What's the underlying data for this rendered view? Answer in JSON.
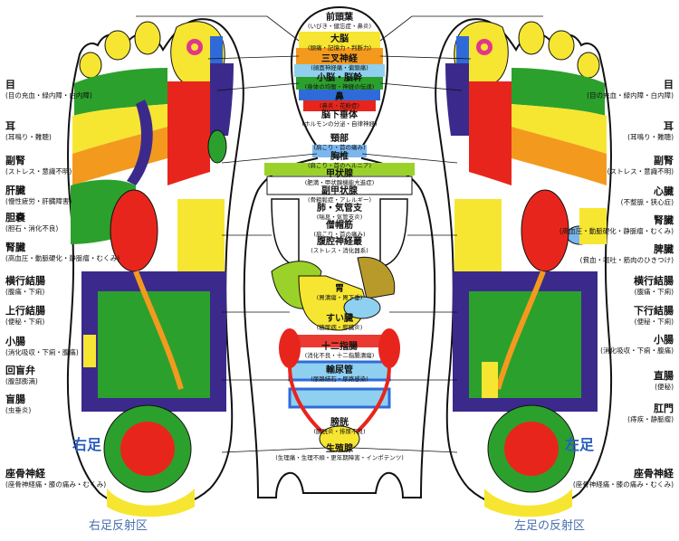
{
  "colors": {
    "yellow": "#f7e631",
    "orange": "#f39a1e",
    "red": "#e8251c",
    "green": "#2ca02c",
    "lightgreen": "#9bd22a",
    "navy": "#3b2a8c",
    "blue": "#2f6bd8",
    "lightblue": "#7bb7ee",
    "skyblue": "#8fd0f0",
    "pink": "#f39ac4",
    "magenta": "#e0368b",
    "olive": "#b89a2a"
  },
  "left_labels": [
    {
      "name": "目",
      "desc": "(目の充血・緑内障・白内障)"
    },
    {
      "name": "耳",
      "desc": "(耳鳴り・難聴)"
    },
    {
      "name": "副腎",
      "desc": "(ストレス・意識不明)"
    },
    {
      "name": "肝臓",
      "desc": "(慢性疲労・肝臓障害)"
    },
    {
      "name": "胆嚢",
      "desc": "(胆石・消化不良)"
    },
    {
      "name": "腎臓",
      "desc": "(高血圧・動脈硬化・静脈瘤・むくみ)"
    },
    {
      "name": "横行結腸",
      "desc": "(腹痛・下痢)"
    },
    {
      "name": "上行結腸",
      "desc": "(便秘・下痢)"
    },
    {
      "name": "小腸",
      "desc": "(消化吸収・下痢・腹痛)"
    },
    {
      "name": "回盲弁",
      "desc": "(腹部膨満)"
    },
    {
      "name": "盲腸",
      "desc": "(虫垂炎)"
    },
    {
      "name": "座骨神経",
      "desc": "(座骨神経痛・膝の痛み・むくみ)"
    }
  ],
  "right_labels": [
    {
      "name": "目",
      "desc": "(目の充血・緑内障・白内障)"
    },
    {
      "name": "耳",
      "desc": "(耳鳴り・難聴)"
    },
    {
      "name": "副腎",
      "desc": "(ストレス・意識不明)"
    },
    {
      "name": "心臓",
      "desc": "(不整脈・狭心症)"
    },
    {
      "name": "腎臓",
      "desc": "(高血圧・動脈硬化・静脈瘤・むくみ)"
    },
    {
      "name": "脾臓",
      "desc": "(貧血・嘔吐・筋肉のひきつけ)"
    },
    {
      "name": "横行結腸",
      "desc": "(腹痛・下痢)"
    },
    {
      "name": "下行結腸",
      "desc": "(便秘・下痢)"
    },
    {
      "name": "小腸",
      "desc": "(消化吸収・下痢・腹痛)"
    },
    {
      "name": "直腸",
      "desc": "(便秘)"
    },
    {
      "name": "肛門",
      "desc": "(痔疾・静脈瘤)"
    },
    {
      "name": "座骨神経",
      "desc": "(座骨神経痛・膝の痛み・むくみ)"
    }
  ],
  "center_labels": [
    {
      "name": "前頭葉",
      "desc": "(いびき・健忘症・鼻炎)"
    },
    {
      "name": "大脳",
      "desc": "(頭痛・記憶力・判断力)"
    },
    {
      "name": "三叉神経",
      "desc": "(顔面神経痛・偏頭痛)"
    },
    {
      "name": "小脳・脳幹",
      "desc": "(身体の均衡・神経の伝達)"
    },
    {
      "name": "鼻",
      "desc": "(鼻炎・花粉症)"
    },
    {
      "name": "脳下垂体",
      "desc": "(ホルモンの分泌・自律神経)"
    },
    {
      "name": "頸部",
      "desc": "(肩こり・首の痛み)"
    },
    {
      "name": "胸椎",
      "desc": "(肩こり・首のヘルニア)"
    },
    {
      "name": "甲状腺",
      "desc": "(肥満・甲状腺機能亢進症)"
    },
    {
      "name": "副甲状腺",
      "desc": "(骨粗鬆症・アレルギー)"
    },
    {
      "name": "肺・気管支",
      "desc": "(喘息・気管支炎)"
    },
    {
      "name": "僧帽筋",
      "desc": "(肩こり・首の痛み)"
    },
    {
      "name": "腹腔神経叢",
      "desc": "(ストレス・消化器系)"
    },
    {
      "name": "胃",
      "desc": "(胃潰瘍・胃下垂)"
    },
    {
      "name": "すい臓",
      "desc": "(糖尿病・膵臓炎)"
    },
    {
      "name": "十二指腸",
      "desc": "(消化不良・十二指腸潰瘍)"
    },
    {
      "name": "輸尿管",
      "desc": "(尿路結石・尿路感染)"
    },
    {
      "name": "膀胱",
      "desc": "(膀胱炎・排尿不良)"
    },
    {
      "name": "生殖腺",
      "desc": "(生理痛・生理不順・更年期障害・インポテンツ)"
    }
  ],
  "foot_labels": {
    "right_foot": "右足",
    "left_foot": "左足"
  },
  "captions": {
    "right": "右足反射区",
    "left": "左足の反射区"
  }
}
